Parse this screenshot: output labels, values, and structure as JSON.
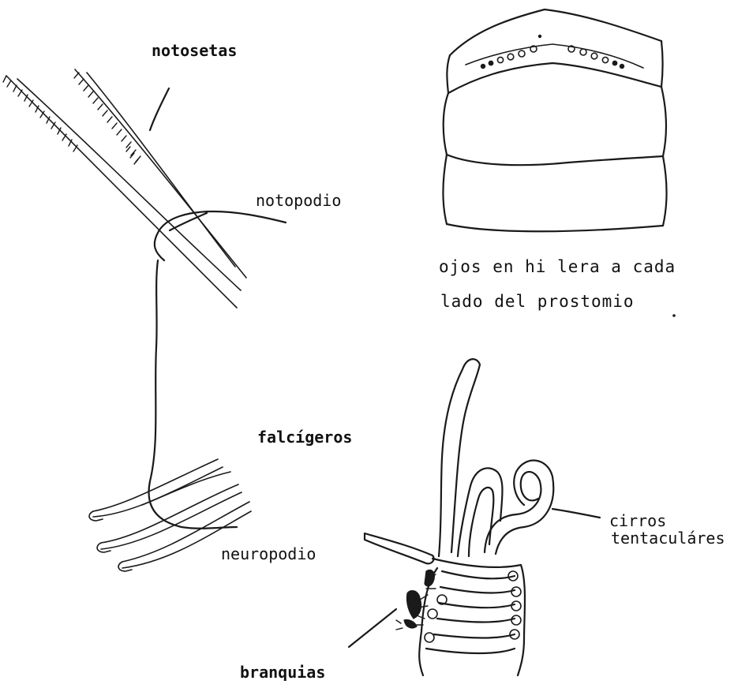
{
  "labels": {
    "notosetas": "notosetas",
    "notopodio": "notopodio",
    "falcigeros": "falcígeros",
    "neuropodio": "neuropodio",
    "ojos_line1": "ojos en hi lera a cada",
    "ojos_line2": "lado del prostomio",
    "cirros_line1": "cirros",
    "cirros_line2": "tentaculáres",
    "branquias": "branquias"
  }
}
